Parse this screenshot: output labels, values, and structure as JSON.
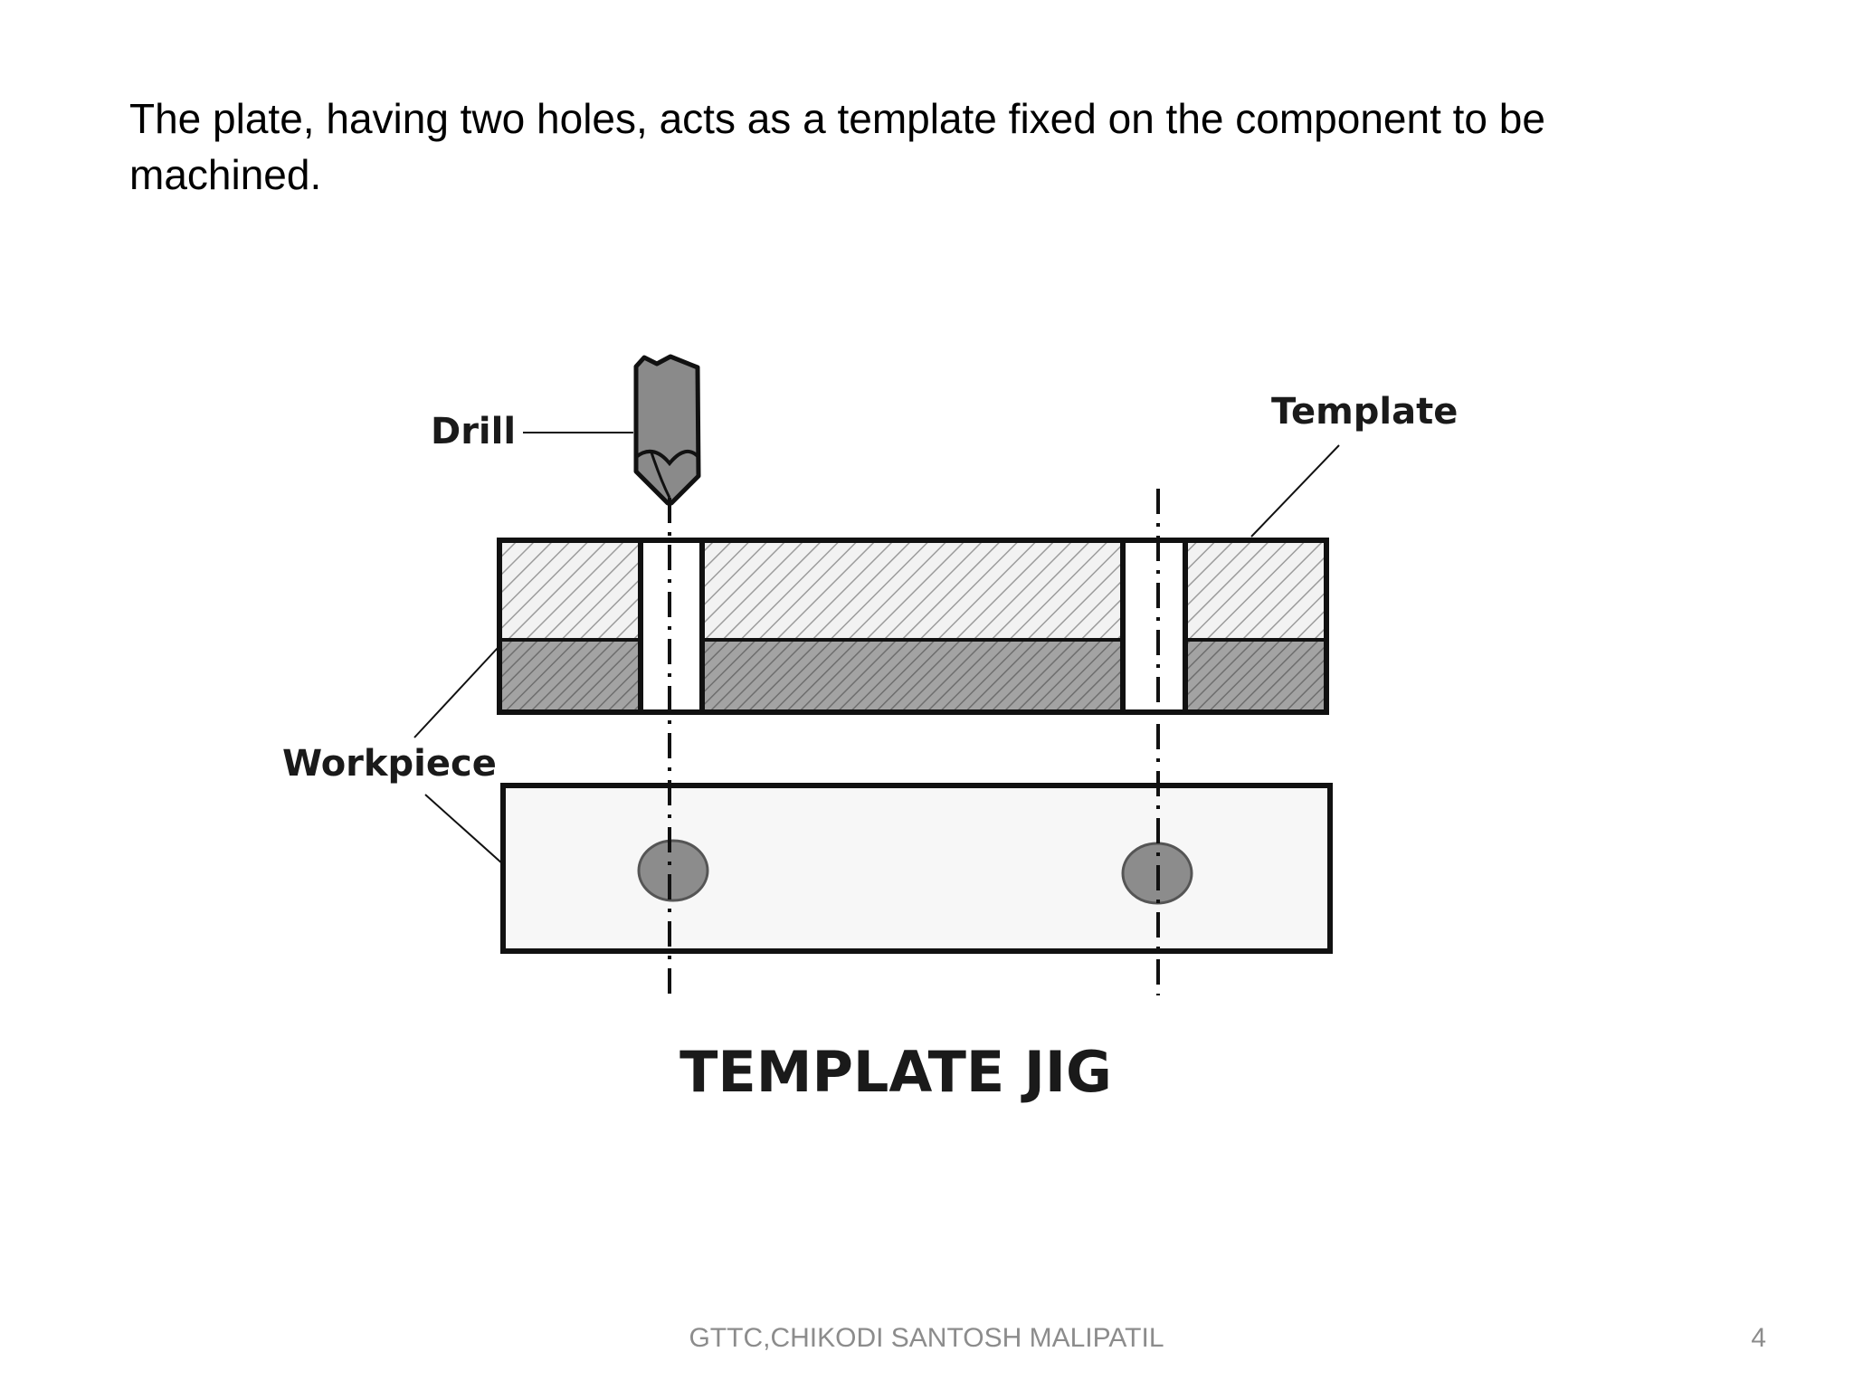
{
  "slide": {
    "body_text": "The plate, having two holes, acts as a template fixed on the component to be machined."
  },
  "diagram": {
    "labels": {
      "drill": "Drill",
      "template": "Template",
      "workpiece": "Workpiece",
      "caption": "TEMPLATE JIG"
    },
    "colors": {
      "hatch_light": "#e4e4e4",
      "hatch_dark": "#9a9a9a",
      "drill_body": "#8a8a8a",
      "hole_fill": "#8c8c8c",
      "outline": "#111111"
    }
  },
  "footer": {
    "author": "GTTC,CHIKODI SANTOSH MALIPATIL",
    "page_number": "4"
  }
}
